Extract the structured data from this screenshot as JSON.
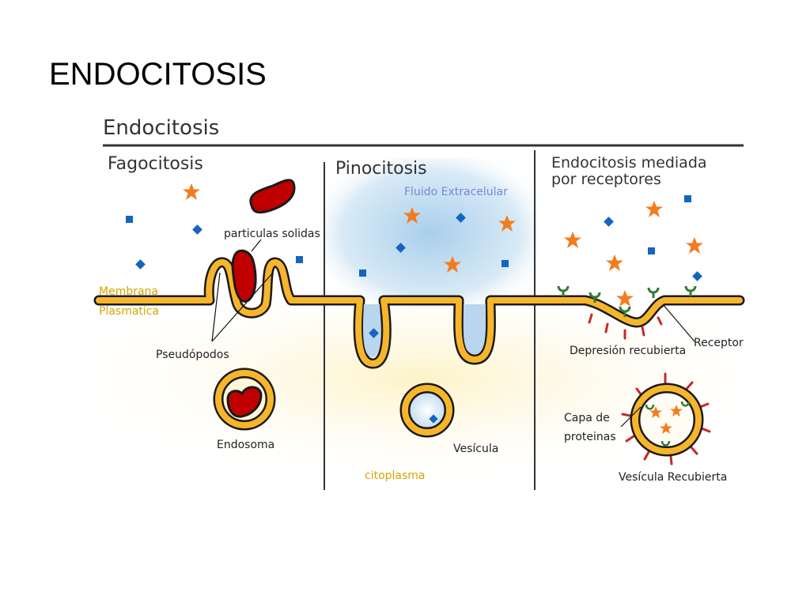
{
  "slide_title": "ENDOCITOSIS",
  "diagram": {
    "heading": "Endocitosis",
    "sections": {
      "fagocitosis": "Fagocitosis",
      "pinocitosis": "Pinocitosis",
      "receptores_line1": "Endocitosis mediada",
      "receptores_line2": "por receptores"
    },
    "labels": {
      "particulas": "particulas solidas",
      "membrana_line1": "Membrana",
      "membrana_line2": "Plasmatica",
      "pseudopodos": "Pseudópodos",
      "endosoma": "Endosoma",
      "fluido": "Fluido Extracelular",
      "vesicula": "Vesícula",
      "citoplasma": "citoplasma",
      "receptor": "Receptor",
      "depresion": "Depresión recubierta",
      "capa_line1": "Capa de",
      "capa_line2": "proteinas",
      "vesicula_recubierta": "Vesícula Recubierta"
    },
    "colors": {
      "membrane": "#f7b52b",
      "membrane_outline": "#1a1a1a",
      "particle": "#c00000",
      "star": "#f47c20",
      "solute": "#1565c0",
      "receptor": "#2e7d32",
      "coat": "#c62828",
      "extracellular": "#cfe3f2",
      "cytoplasm": "#fdf6d9"
    },
    "icons": [
      "star-icon",
      "square-icon",
      "diamond-icon",
      "receptor-icon"
    ]
  }
}
